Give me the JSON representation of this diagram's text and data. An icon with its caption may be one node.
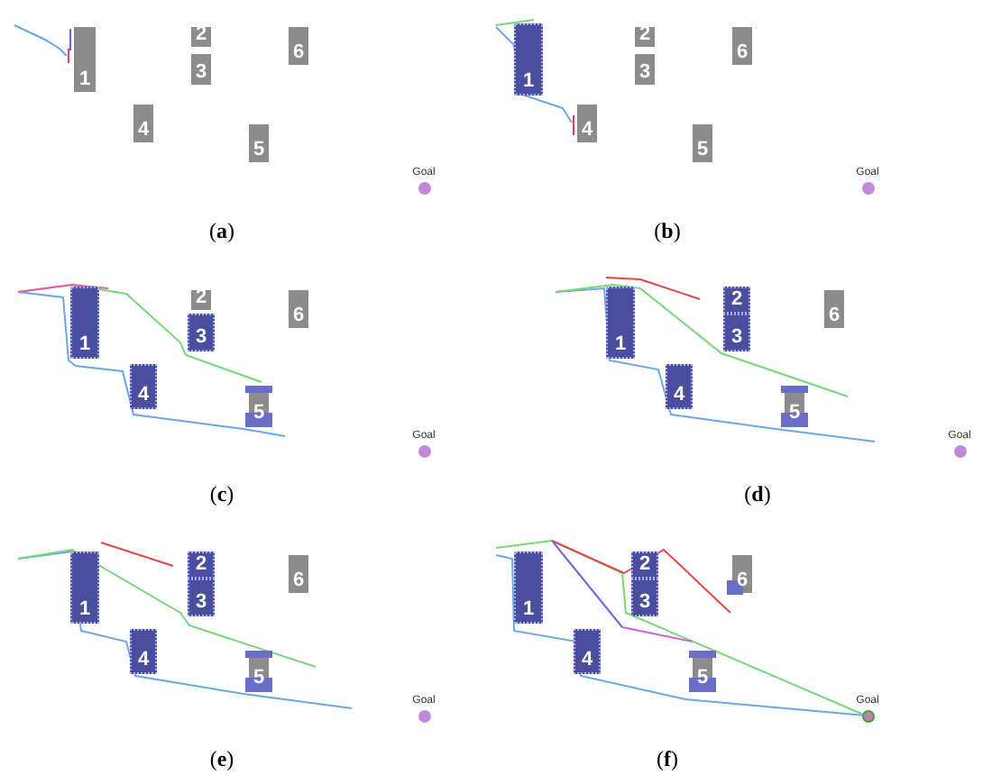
{
  "diagram": {
    "nodes": [
      {
        "text": [
          "1"
        ]
      },
      {
        "text": [
          "2"
        ]
      },
      {
        "text": [
          "3"
        ]
      },
      {
        "text": [
          "4"
        ]
      },
      {
        "text": [
          "5"
        ]
      },
      {
        "text": [
          "6"
        ]
      },
      {
        "text": [
          "Goal"
        ]
      },
      {
        "text": [
          "1"
        ]
      },
      {
        "text": [
          "2"
        ]
      },
      {
        "text": [
          "3"
        ]
      },
      {
        "text": [
          "4"
        ]
      },
      {
        "text": [
          "5"
        ]
      },
      {
        "text": [
          "6"
        ]
      },
      {
        "text": [
          "Goal"
        ]
      },
      {
        "text": [
          "1"
        ]
      },
      {
        "text": [
          "2"
        ]
      },
      {
        "text": [
          "3"
        ]
      },
      {
        "text": [
          "4"
        ]
      },
      {
        "text": [
          "5"
        ]
      },
      {
        "text": [
          "6"
        ]
      },
      {
        "text": [
          "Goal"
        ]
      },
      {
        "text": [
          "1"
        ]
      },
      {
        "text": [
          "2"
        ]
      },
      {
        "text": [
          "3"
        ]
      },
      {
        "text": [
          "4"
        ]
      },
      {
        "text": [
          "5"
        ]
      },
      {
        "text": [
          "6"
        ]
      },
      {
        "text": [
          "Goal"
        ]
      },
      {
        "text": [
          "1"
        ]
      },
      {
        "text": [
          "2"
        ]
      },
      {
        "text": [
          "3"
        ]
      },
      {
        "text": [
          "4"
        ]
      },
      {
        "text": [
          "5"
        ]
      },
      {
        "text": [
          "6"
        ]
      },
      {
        "text": [
          "Goal"
        ]
      },
      {
        "text": [
          "1"
        ]
      },
      {
        "text": [
          "2"
        ]
      },
      {
        "text": [
          "3"
        ]
      },
      {
        "text": [
          "4"
        ]
      },
      {
        "text": [
          "5"
        ]
      },
      {
        "text": [
          "6"
        ]
      },
      {
        "text": [
          "Goal"
        ]
      }
    ],
    "labels": [
      "(**a**)",
      "(**b**)",
      "(**c**)",
      "(**d**)",
      "(**e**)",
      "(**f**)"
    ]
  }
}
